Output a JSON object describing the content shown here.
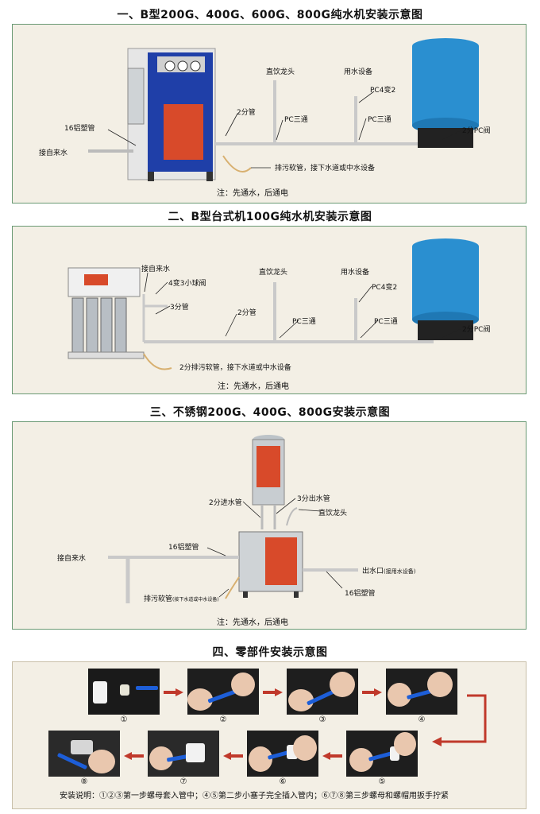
{
  "section1": {
    "title": "一、B型200G、400G、600G、800G纯水机安装示意图",
    "labels": {
      "aluminum_pipe": "16铝塑管",
      "inlet": "接自来水",
      "pipe2": "2分管",
      "faucet": "直饮龙头",
      "water_device": "用水设备",
      "pc_tee1": "PC三通",
      "pc_tee2": "PC三通",
      "pc4to2": "PC4变2",
      "pc_valve": "2分PC阀",
      "drain": "排污软管，接下水道或中水设备"
    },
    "note": "注：先通水，后通电"
  },
  "section2": {
    "title": "二、B型台式机100G纯水机安装示意图",
    "labels": {
      "inlet": "接自来水",
      "ball_valve": "4变3小球阀",
      "pipe3": "3分管",
      "pipe2": "2分管",
      "faucet": "直饮龙头",
      "water_device": "用水设备",
      "pc4to2": "PC4变2",
      "pc_tee1": "PC三通",
      "pc_tee2": "PC三通",
      "pc_valve": "2分PC阀",
      "drain": "2分排污软管，接下水道或中水设备"
    },
    "note": "注：先通水，后通电"
  },
  "section3": {
    "title": "三、不锈钢200G、400G、800G安装示意图",
    "labels": {
      "inlet_pipe": "2分进水管",
      "outlet_pipe": "3分出水管",
      "faucet": "直饮龙头",
      "inlet": "接自来水",
      "aluminum_pipe": "16铝塑管",
      "outlet": "出水口",
      "outlet_note": "(接用水设备)",
      "aluminum_pipe2": "16铝塑管",
      "drain": "排污软管",
      "drain_note": "(接下水道或中水设备)"
    },
    "note": "注：先通水，后通电"
  },
  "section4": {
    "title": "四、零部件安装示意图",
    "steps": [
      "①",
      "②",
      "③",
      "④",
      "⑤",
      "⑥",
      "⑦",
      "⑧"
    ],
    "footer": "安装说明：①②③第一步螺母套入管中；④⑤第二步小塞子完全插入管内；⑥⑦⑧第三步螺母和螺帽用扳手拧紧"
  },
  "colors": {
    "panel_bg": "#f3efe5",
    "panel_border": "#6a9a74",
    "tank_blue": "#2a8fd0",
    "cabinet_blue": "#1f3fa8",
    "arrow_red": "#c0392b"
  }
}
